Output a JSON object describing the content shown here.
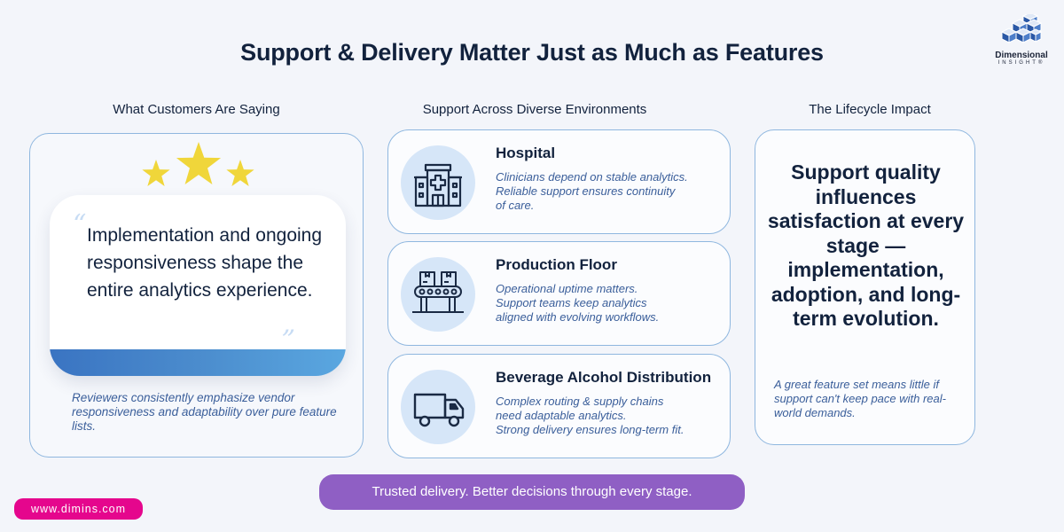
{
  "header": {
    "title": "Support & Delivery Matter Just as Much as Features",
    "logo": {
      "name": "Dimensional",
      "sub": "INSIGHT®",
      "icon": "stacked-cubes-logo"
    }
  },
  "columns": {
    "left": {
      "title": "What Customers Are Saying",
      "rating_stars": 3,
      "quote": "Implementation and ongoing responsiveness shape the entire analytics experience.",
      "note": "Reviewers consistently emphasize vendor responsiveness and adaptability over pure feature lists.",
      "colors": {
        "star": "#f0d63a",
        "band_start": "#3a74c2",
        "band_end": "#5aa7e0"
      }
    },
    "middle": {
      "title": "Support Across Diverse Environments",
      "items": [
        {
          "icon": "hospital-icon",
          "title": "Hospital",
          "desc": "Clinicians depend on stable analytics.\nReliable support ensures continuity\nof care."
        },
        {
          "icon": "conveyor-belt-icon",
          "title": "Production Floor",
          "desc": "Operational uptime matters.\n Support teams keep analytics\naligned with evolving workflows."
        },
        {
          "icon": "delivery-truck-icon",
          "title": "Beverage Alcohol Distribution",
          "desc": "Complex routing & supply chains\nneed adaptable analytics.\n Strong delivery ensures long-term fit."
        }
      ]
    },
    "right": {
      "title": "The Lifecycle Impact",
      "main": "Support quality influences satisfaction at every stage — implementation, adoption, and long-term evolution.",
      "note": "A great feature set means little if support can't keep pace with real-world demands."
    }
  },
  "footer": {
    "tagline": "Trusted delivery. Better decisions through every stage.",
    "url": "www.dimins.com",
    "colors": {
      "tagline_bg": "#8f5fc4",
      "url_bg": "#e5068d"
    }
  }
}
